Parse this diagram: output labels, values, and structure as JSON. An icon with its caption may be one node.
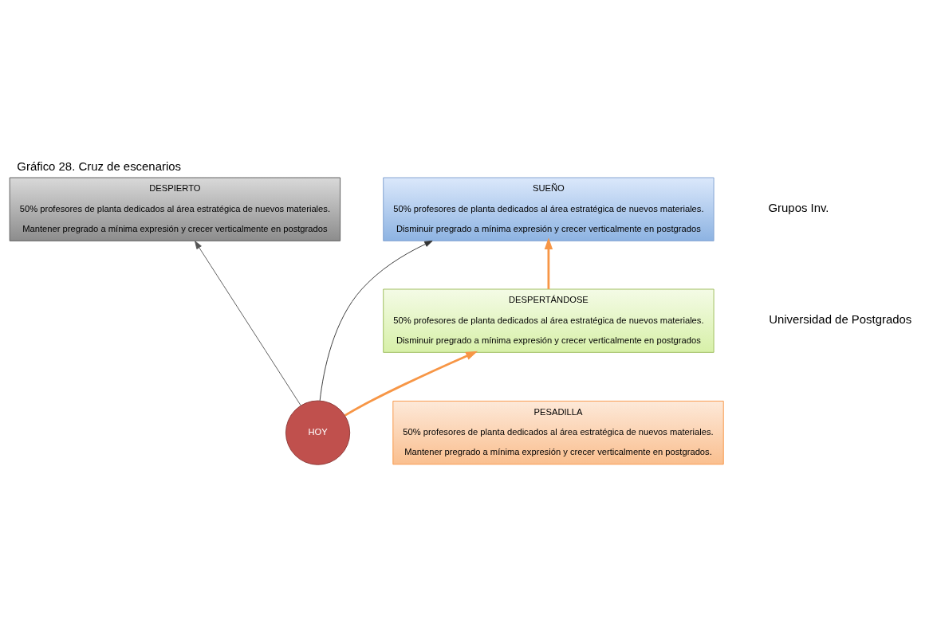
{
  "diagram": {
    "title": "Gráfico 28. Cruz de escenarios",
    "nodes": [
      {
        "text": [
          "DESPIERTO",
          "50% profesores de planta dedicados al área estratégica de nuevos materiales.",
          "Mantener pregrado a mínima expresión y crecer verticalmente en postgrados"
        ]
      },
      {
        "text": [
          "SUEÑO",
          "50% profesores de planta dedicados al área estratégica de nuevos materiales.",
          "Disminuir pregrado a mínima expresión y crecer verticalmente en postgrados"
        ]
      },
      {
        "text": [
          "DESPERTÁNDOSE",
          "50% profesores de planta dedicados al área estratégica de nuevos materiales.",
          "Disminuir pregrado a mínima expresión y crecer verticalmente en postgrados"
        ]
      },
      {
        "text": [
          "PESADILLA",
          "50% profesores de planta dedicados al área estratégica de nuevos materiales.",
          "Mantener pregrado a mínima expresión y crecer verticalmente en postgrados."
        ]
      },
      {
        "text": [
          "HOY"
        ]
      }
    ],
    "edges": [
      {
        "from": 4,
        "to": 0,
        "arrow": "to",
        "color": "#555555"
      },
      {
        "from": 4,
        "to": 1,
        "arrow": "to",
        "color": "#333333"
      },
      {
        "from": 4,
        "to": 2,
        "arrow": "to",
        "style": "thick",
        "color": "#f79646"
      },
      {
        "from": 2,
        "to": 1,
        "arrow": "to",
        "style": "thick",
        "color": "#f79646"
      }
    ],
    "labels": [
      "Grupos Inv.",
      "Universidad de Postgrados"
    ]
  }
}
